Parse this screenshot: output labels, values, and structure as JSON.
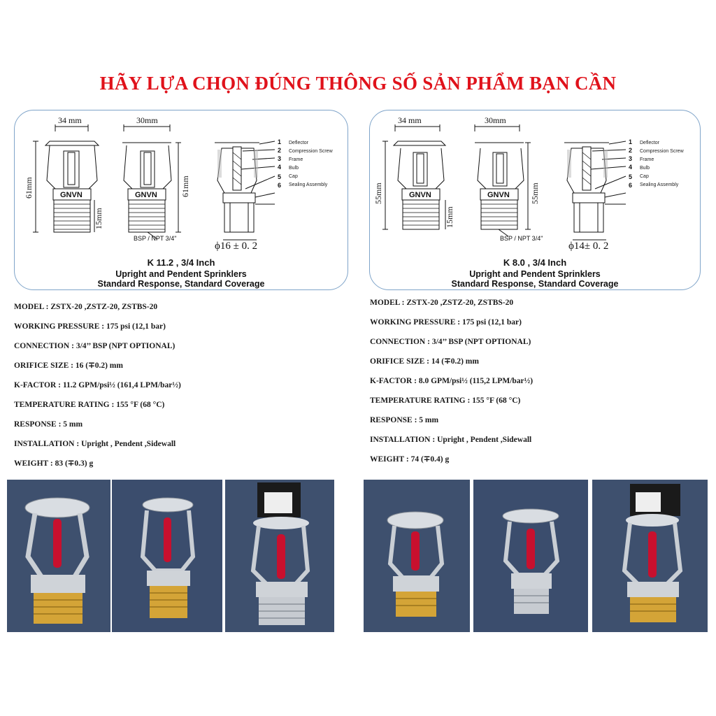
{
  "title": "HÃY LỰA CHỌN ĐÚNG THÔNG SỐ SẢN PHẨM BẠN CẦN",
  "diagram_labels": [
    "Deflector",
    "Compression Screw",
    "Frame",
    "Bulb",
    "Cap",
    "Sealing Assembly"
  ],
  "diagram_numbers": [
    "1",
    "2",
    "3",
    "4",
    "5",
    "6"
  ],
  "stamp": "GNVN",
  "thread_label": "BSP / NPT 3/4\"",
  "left": {
    "dim_top_a": "34 mm",
    "dim_top_b": "30mm",
    "dim_height_a": "61mm",
    "dim_height_b": "61mm",
    "dim_thread": "15mm",
    "orifice": "ϕ16 ± 0. 2",
    "k_line": "K 11.2   , 3/4 Inch",
    "type_line": "Upright and Pendent Sprinklers",
    "response_line": "Standard Response, Standard Coverage",
    "specs": [
      {
        "label": "MODEL :",
        "value": "ZSTX-20 ,ZSTZ-20, ZSTBS-20"
      },
      {
        "label": "WORKING PRESSURE :",
        "value": "175 psi (12,1 bar)"
      },
      {
        "label": "CONNECTION :",
        "value": "3/4’’ BSP (NPT OPTIONAL)"
      },
      {
        "label": "ORIFICE SIZE  :",
        "value": "16 (∓0.2) mm"
      },
      {
        "label": "K-FACTOR :",
        "value": "11.2 GPM/psi½ (161,4 LPM/bar½)"
      },
      {
        "label": "TEMPERATURE RATING :",
        "value": "155 °F (68 °C)"
      },
      {
        "label": "RESPONSE :",
        "value": "5 mm"
      },
      {
        "label": "INSTALLATION :",
        "value": "Upright , Pendent ,Sidewall"
      },
      {
        "label": "WEIGHT  :",
        "value": "83 (∓0.3) g"
      }
    ]
  },
  "right": {
    "dim_top_a": "34 mm",
    "dim_top_b": "30mm",
    "dim_height_a": "55mm",
    "dim_height_b": "55mm",
    "dim_thread": "15mm",
    "orifice": "ϕ14± 0. 2",
    "k_line": "K  8.0   , 3/4 Inch",
    "type_line": "Upright and Pendent Sprinklers",
    "response_line": "Standard Response, Standard Coverage",
    "specs": [
      {
        "label": "MODEL :",
        "value": "ZSTX-20 ,ZSTZ-20, ZSTBS-20"
      },
      {
        "label": "WORKING PRESSURE :",
        "value": "175 psi (12,1 bar)"
      },
      {
        "label": "CONNECTION :",
        "value": "3/4’’ BSP (NPT OPTIONAL)"
      },
      {
        "label": "ORIFICE SIZE  :",
        "value": "14 (∓0.2) mm"
      },
      {
        "label": "K-FACTOR :",
        "value": "8.0 GPM/psi½ (115,2 LPM/bar½)"
      },
      {
        "label": "TEMPERATURE RATING :",
        "value": "155 °F (68 °C)"
      },
      {
        "label": "RESPONSE :",
        "value": "5 mm"
      },
      {
        "label": "INSTALLATION :",
        "value": "Upright , Pendent ,Sidewall"
      },
      {
        "label": "WEIGHT  :",
        "value": "74 (∓0.4) g"
      }
    ]
  },
  "colors": {
    "title": "#e0121b",
    "panel_border": "#7fa4c9",
    "photo_bg": "#3d4f6f",
    "bulb": "#c8102e",
    "brass": "#d4a437",
    "chrome": "#cfd3d8"
  }
}
